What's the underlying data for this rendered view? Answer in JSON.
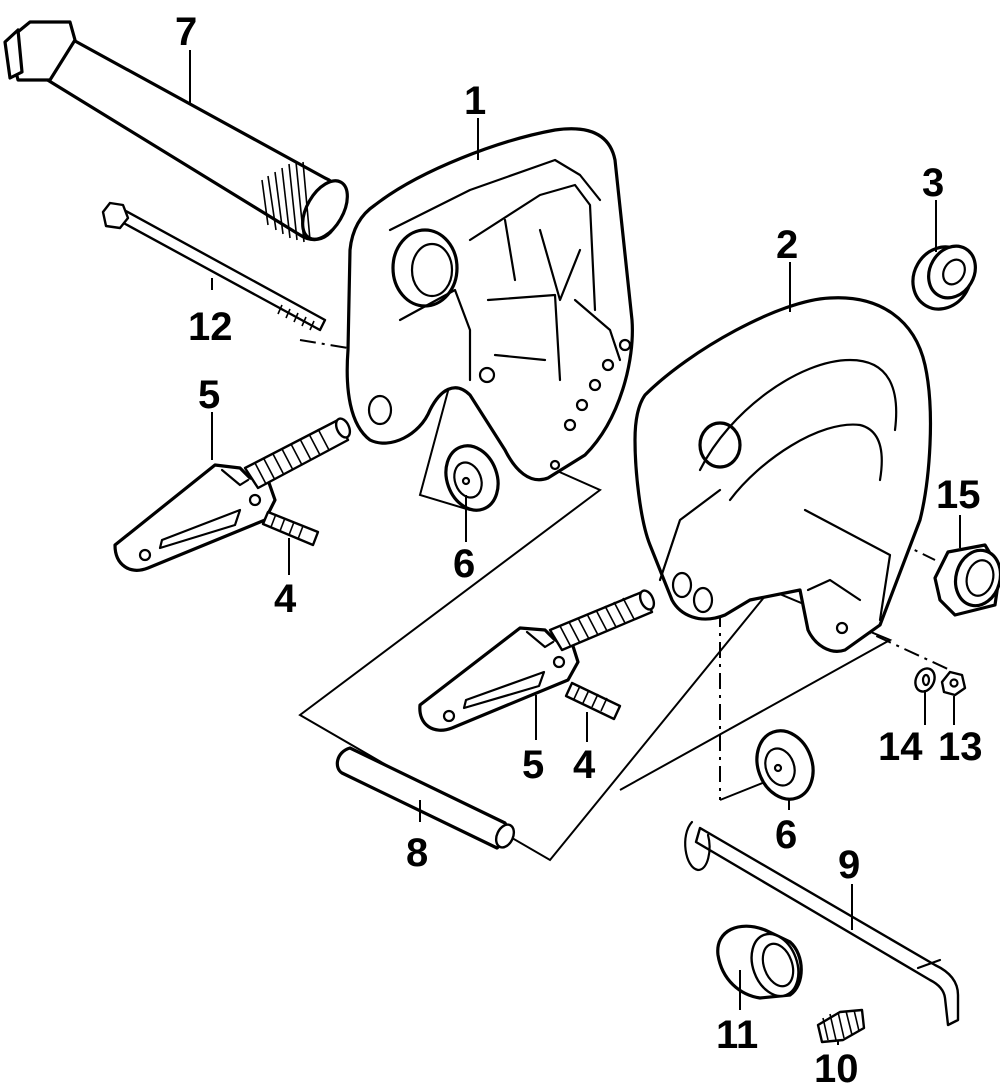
{
  "diagram": {
    "parts": [
      {
        "id": "p1",
        "number": "1"
      },
      {
        "id": "p2",
        "number": "2"
      },
      {
        "id": "p3",
        "number": "3"
      },
      {
        "id": "p4a",
        "number": "4"
      },
      {
        "id": "p4b",
        "number": "4"
      },
      {
        "id": "p5a",
        "number": "5"
      },
      {
        "id": "p5b",
        "number": "5"
      },
      {
        "id": "p6a",
        "number": "6"
      },
      {
        "id": "p6b",
        "number": "6"
      },
      {
        "id": "p7",
        "number": "7"
      },
      {
        "id": "p8",
        "number": "8"
      },
      {
        "id": "p9",
        "number": "9"
      },
      {
        "id": "p10",
        "number": "10"
      },
      {
        "id": "p11",
        "number": "11"
      },
      {
        "id": "p12",
        "number": "12"
      },
      {
        "id": "p13",
        "number": "13"
      },
      {
        "id": "p14",
        "number": "14"
      },
      {
        "id": "p15",
        "number": "15"
      }
    ]
  },
  "colors": {
    "line": "#000000",
    "background": "#ffffff"
  }
}
